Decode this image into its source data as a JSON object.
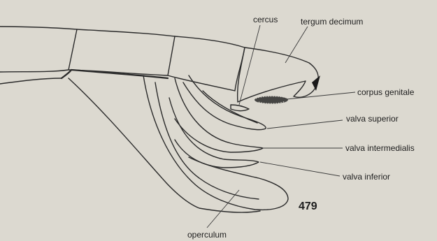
{
  "labels": {
    "cercus": "cercus",
    "tergum_decimum": "tergum decimum",
    "corpus_genitale": "corpus genitale",
    "valva_superior": "valva superior",
    "valva_intermedialis": "valva intermedialis",
    "valva_inferior": "valva inferior",
    "operculum": "operculum"
  },
  "figure_number": "479",
  "colors": {
    "paper": "#dcd9d0",
    "ink": "#2a2a2a"
  }
}
